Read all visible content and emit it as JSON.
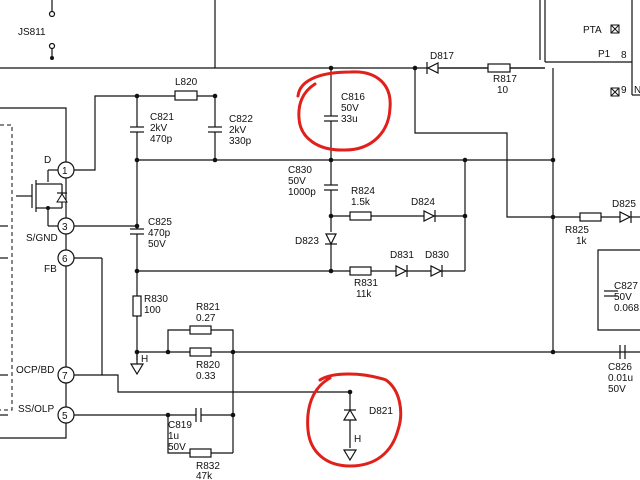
{
  "jumper": "JS811",
  "connector": {
    "pta": "PTA",
    "p1": "P1",
    "p1_pin": "8",
    "n_label": "N",
    "n_pin": "9"
  },
  "ic": {
    "pins": [
      {
        "num": "1",
        "label": "D"
      },
      {
        "num": "3",
        "label": "S/GND"
      },
      {
        "num": "6",
        "label": "FB"
      },
      {
        "num": "7",
        "label": "OCP/BD"
      },
      {
        "num": "5",
        "label": "SS/OLP"
      }
    ]
  },
  "components": {
    "L820": {
      "ref": "L820"
    },
    "C821": {
      "ref": "C821",
      "v1": "2kV",
      "v2": "470p"
    },
    "C822": {
      "ref": "C822",
      "v1": "2kV",
      "v2": "330p"
    },
    "C816": {
      "ref": "C816",
      "v1": "50V",
      "v2": "33u"
    },
    "D817": {
      "ref": "D817"
    },
    "R817": {
      "ref": "R817",
      "v1": "10"
    },
    "C830": {
      "ref": "C830",
      "v1": "50V",
      "v2": "1000p"
    },
    "R824": {
      "ref": "R824",
      "v1": "1.5k"
    },
    "D824": {
      "ref": "D824"
    },
    "D823": {
      "ref": "D823"
    },
    "C825": {
      "ref": "C825",
      "v1": "470p",
      "v2": "50V"
    },
    "D831": {
      "ref": "D831"
    },
    "D830": {
      "ref": "D830"
    },
    "R831": {
      "ref": "R831",
      "v1": "11k"
    },
    "R830": {
      "ref": "R830",
      "v1": "100"
    },
    "R821": {
      "ref": "R821",
      "v1": "0.27"
    },
    "R820": {
      "ref": "R820",
      "v1": "0.33"
    },
    "C819": {
      "ref": "C819",
      "v1": "1u",
      "v2": "50V"
    },
    "R832": {
      "ref": "R832",
      "v1": "47k"
    },
    "D821": {
      "ref": "D821"
    },
    "R825": {
      "ref": "R825",
      "v1": "1k"
    },
    "D825": {
      "ref": "D825"
    },
    "C827": {
      "ref": "C827",
      "v1": "50V",
      "v2": "0.068"
    },
    "C826": {
      "ref": "C826",
      "v1": "0.01u",
      "v2": "50V"
    }
  },
  "ground_label": "H"
}
